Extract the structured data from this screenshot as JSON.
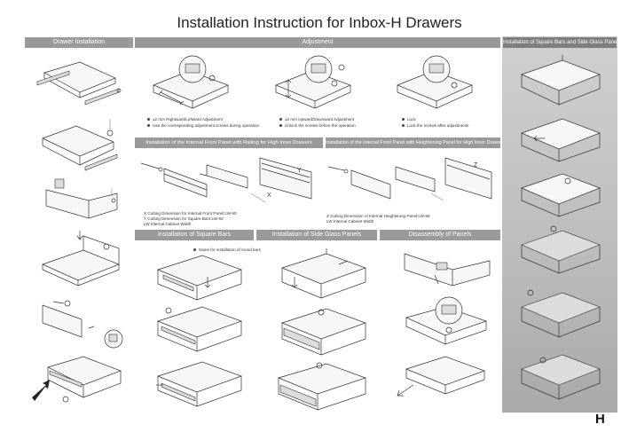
{
  "title": "Installation Instruction for Inbox-H Drawers",
  "sections": {
    "drawer_installation": "Drawer Installation",
    "adjustment": "Adjustment",
    "square_bars_side_glass": "Installation of Square Bars and Side Glass Panels",
    "internal_front_railing": "Installation of the Internal Front Panel with Railing for High Inner Drawers",
    "internal_front_heightening": "Installation of the internal Front Panel with Heightening Panel for High Inner Drawers",
    "square_bars": "Installation of Square Bars",
    "side_glass": "Installation of Side Glass Panels",
    "disassembly": "Disassembly of Panels"
  },
  "notes": {
    "adj1_line1": "±2 mm Rightward/Leftward Adjustment",
    "adj1_line2": "Use the corresponding adjustment screws during operation",
    "adj2_line1": "±2 mm Upward/Downward Adjustment",
    "adj2_line2": "Unlock the screws before the operation",
    "adj3_line1": "Lock",
    "adj3_line2": "Lock the screws after adjustments",
    "railing_x": "X   Cutting Dimension for Internal Front Panel:LW-90",
    "railing_y": "Y   Cutting Dimension for Square Bars:LW-92",
    "railing_lw": "LW  Internal Cabinet Width",
    "height_z": "Z   Cutting Dimension of Internal Heightening Panel:LW-98",
    "height_lw": "LW  Internal Cabinet Width",
    "square_bars_note": "Same for installation of round bars"
  },
  "labels": {
    "x": "X",
    "y": "Y",
    "z": "Z"
  },
  "footer_letter": "H"
}
